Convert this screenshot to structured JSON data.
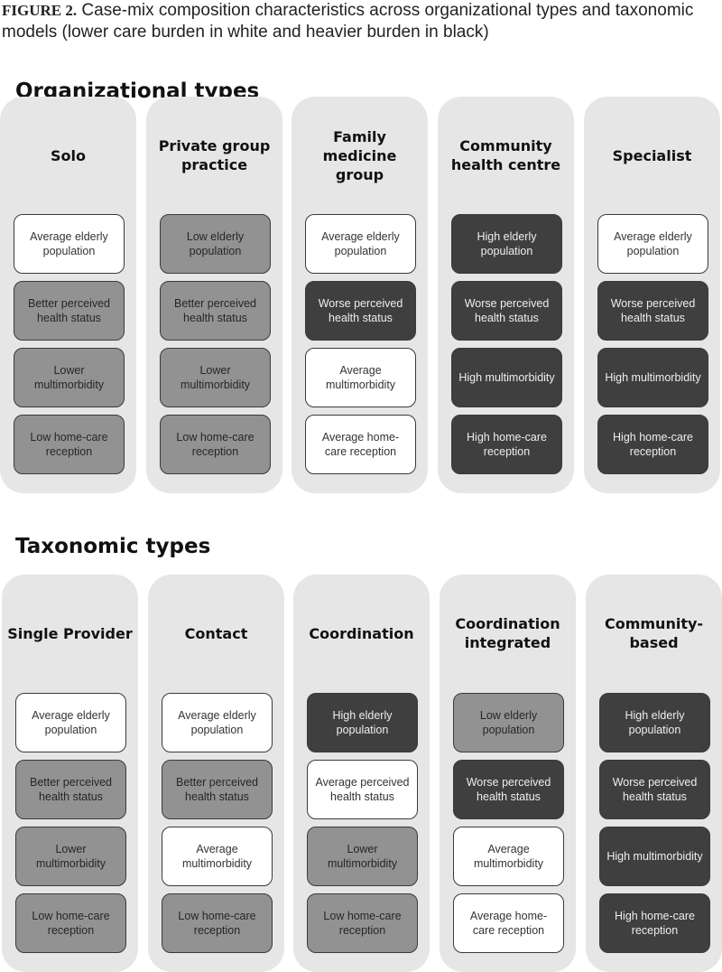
{
  "caption": {
    "label": "FIGURE 2.",
    "text": " Case-mix composition characteristics across organizational types and taxonomic models (lower care burden in white and heavier burden in black)"
  },
  "legend_colors": {
    "low": "#ffffff",
    "mid": "#929292",
    "high": "#3f3f3f"
  },
  "sections": [
    {
      "title": "Organizational types",
      "columns": [
        {
          "title": "Solo",
          "items": [
            {
              "text": "Average elderly population",
              "level": "low"
            },
            {
              "text": "Better perceived health status",
              "level": "mid"
            },
            {
              "text": "Lower multimorbidity",
              "level": "mid"
            },
            {
              "text": "Low home-care reception",
              "level": "mid"
            }
          ]
        },
        {
          "title": "Private group practice",
          "items": [
            {
              "text": "Low elderly population",
              "level": "mid"
            },
            {
              "text": "Better perceived health status",
              "level": "mid"
            },
            {
              "text": "Lower multimorbidity",
              "level": "mid"
            },
            {
              "text": "Low home-care reception",
              "level": "mid"
            }
          ]
        },
        {
          "title": "Family medicine group",
          "items": [
            {
              "text": "Average elderly population",
              "level": "low"
            },
            {
              "text": "Worse perceived health status",
              "level": "high"
            },
            {
              "text": "Average multimorbidity",
              "level": "low"
            },
            {
              "text": "Average home-care reception",
              "level": "low"
            }
          ]
        },
        {
          "title": "Community health centre",
          "items": [
            {
              "text": "High elderly population",
              "level": "high"
            },
            {
              "text": "Worse perceived health status",
              "level": "high"
            },
            {
              "text": "High multimorbidity",
              "level": "high"
            },
            {
              "text": "High home-care reception",
              "level": "high"
            }
          ]
        },
        {
          "title": "Specialist",
          "items": [
            {
              "text": "Average elderly population",
              "level": "low"
            },
            {
              "text": "Worse perceived health status",
              "level": "high"
            },
            {
              "text": "High multimorbidity",
              "level": "high"
            },
            {
              "text": "High home-care reception",
              "level": "high"
            }
          ]
        }
      ]
    },
    {
      "title": "Taxonomic types",
      "columns": [
        {
          "title": "Single Provider",
          "items": [
            {
              "text": "Average elderly population",
              "level": "low"
            },
            {
              "text": "Better perceived health status",
              "level": "mid"
            },
            {
              "text": "Lower multimorbidity",
              "level": "mid"
            },
            {
              "text": "Low home-care reception",
              "level": "mid"
            }
          ]
        },
        {
          "title": "Contact",
          "items": [
            {
              "text": "Average elderly population",
              "level": "low"
            },
            {
              "text": "Better perceived health status",
              "level": "mid"
            },
            {
              "text": "Average multimorbidity",
              "level": "low"
            },
            {
              "text": "Low home-care reception",
              "level": "mid"
            }
          ]
        },
        {
          "title": "Coordination",
          "items": [
            {
              "text": "High elderly population",
              "level": "high"
            },
            {
              "text": "Average perceived health status",
              "level": "low"
            },
            {
              "text": "Lower multimorbidity",
              "level": "mid"
            },
            {
              "text": "Low home-care reception",
              "level": "mid"
            }
          ]
        },
        {
          "title": "Coordination integrated",
          "items": [
            {
              "text": "Low elderly population",
              "level": "mid"
            },
            {
              "text": "Worse perceived health status",
              "level": "high"
            },
            {
              "text": "Average multimorbidity",
              "level": "low"
            },
            {
              "text": "Average home-care reception",
              "level": "low"
            }
          ]
        },
        {
          "title": "Community-based",
          "items": [
            {
              "text": "High elderly population",
              "level": "high"
            },
            {
              "text": "Worse perceived health status",
              "level": "high"
            },
            {
              "text": "High multimorbidity",
              "level": "high"
            },
            {
              "text": "High home-care reception",
              "level": "high"
            }
          ]
        }
      ]
    }
  ]
}
